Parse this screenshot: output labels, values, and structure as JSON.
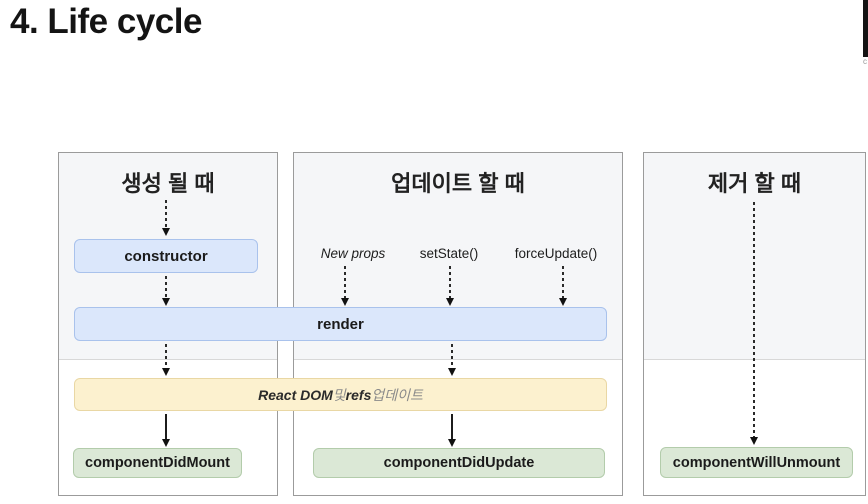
{
  "page": {
    "title": "4. Life cycle"
  },
  "corner": {
    "mark": "c"
  },
  "colors": {
    "blue_fill": "#dbe7fb",
    "blue_border": "#a9c2ec",
    "yellow_fill": "#fcf1cf",
    "yellow_border": "#e9d7a4",
    "green_fill": "#dbe8d6",
    "green_border": "#b3ccab",
    "panel_bg": "#f5f6f8",
    "panel_border": "#9b9b9b",
    "arrow": "#1c1c1c",
    "logo_fragment": "#141414"
  },
  "panels": [
    {
      "header": "생성 될 때"
    },
    {
      "header": "업데이트 할 때"
    },
    {
      "header": "제거 할 때"
    }
  ],
  "update_triggers": [
    "New props",
    "setState()",
    "forceUpdate()"
  ],
  "nodes": {
    "constructor": "constructor",
    "render": "render",
    "react_dom_parts": [
      "React DOM",
      " 및 ",
      "refs",
      " 업데이트"
    ],
    "component_did_mount": "componentDidMount",
    "component_did_update": "componentDidUpdate",
    "component_will_unmount": "componentWillUnmount"
  }
}
